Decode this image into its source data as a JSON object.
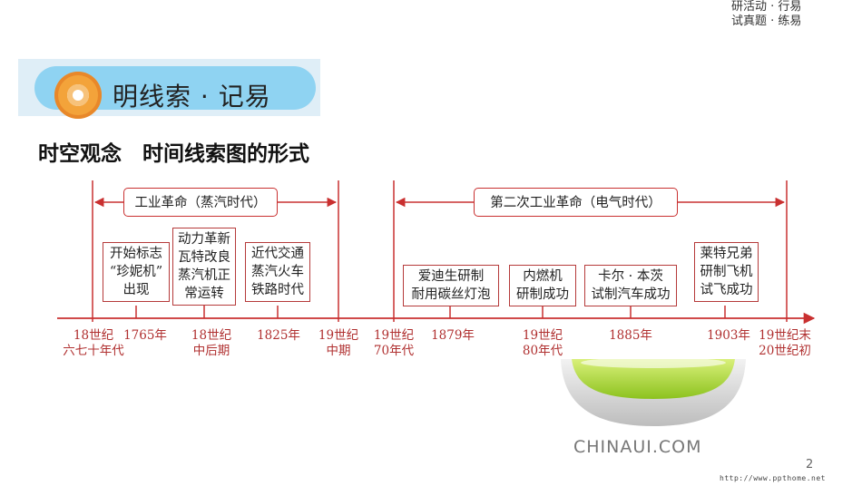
{
  "nav": [
    "研活动 · 行易",
    "试真题 · 练易"
  ],
  "banner": {
    "title": "明线索 · 记易"
  },
  "subtitle": "时空观念　时间线索图的形式",
  "timeline": {
    "eras": [
      "工业革命（蒸汽时代）",
      "第二次工业革命（电气时代）"
    ],
    "events": [
      [
        "开始标志",
        "“珍妮机”",
        "出现"
      ],
      [
        "动力革新",
        "瓦特改良",
        "蒸汽机正",
        "常运转"
      ],
      [
        "近代交通",
        "蒸汽火车",
        "铁路时代"
      ],
      [
        "爱迪生研制",
        "耐用碳丝灯泡"
      ],
      [
        "内燃机",
        "研制成功"
      ],
      [
        "卡尔 · 本茨",
        "试制汽车成功"
      ],
      [
        "莱特兄弟",
        "研制飞机",
        "试飞成功"
      ]
    ],
    "ticks": [
      [
        "18世纪",
        "六七十年代"
      ],
      [
        "1765年"
      ],
      [
        "18世纪",
        "中后期"
      ],
      [
        "1825年"
      ],
      [
        "19世纪",
        "中期"
      ],
      [
        "19世纪",
        "70年代"
      ],
      [
        "1879年"
      ],
      [
        "19世纪",
        "80年代"
      ],
      [
        "1885年"
      ],
      [
        "1903年"
      ],
      [
        "19世纪末",
        "20世纪初"
      ]
    ]
  },
  "footer": {
    "logo": "CHINAUI.COM",
    "page": "2",
    "url": "http://www.ppthome.net"
  },
  "colors": {
    "accent_red": "#c93030",
    "banner_blue": "#8fd3f2",
    "banner_orange": "#f3a33a"
  }
}
